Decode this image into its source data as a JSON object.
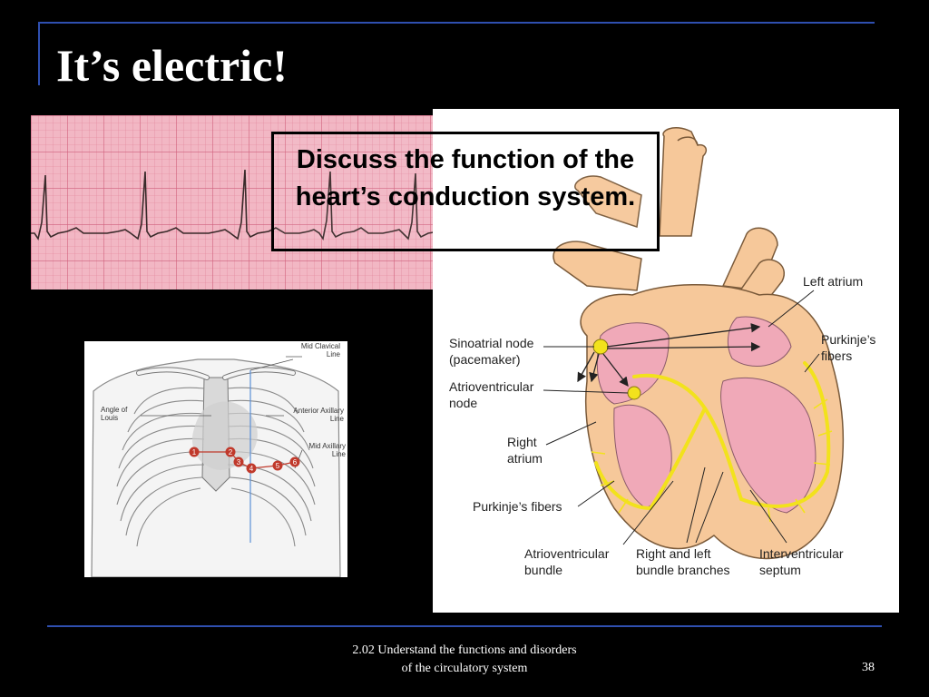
{
  "slide": {
    "title": "It’s electric!",
    "callout": "Discuss the function of the heart’s conduction system.",
    "footer_line1": "2.02 Understand the functions and disorders",
    "footer_line2": "of the circulatory system",
    "page_number": "38"
  },
  "chest_diagram": {
    "labels": {
      "mid_clavicular_1": "Mid Clavical",
      "mid_clavicular_2": "Line",
      "angle_of_louis_1": "Angle of",
      "angle_of_louis_2": "Louis",
      "anterior_axillary_1": "Anterior Axillary",
      "anterior_axillary_2": "Line",
      "mid_axillary_1": "Mid Axillary",
      "mid_axillary_2": "Line"
    },
    "electrodes": [
      "1",
      "2",
      "3",
      "4",
      "5",
      "6"
    ]
  },
  "heart_diagram": {
    "labels": {
      "left_atrium": "Left atrium",
      "sa_node_1": "Sinoatrial node",
      "sa_node_2": "(pacemaker)",
      "av_node_1": "Atrioventricular",
      "av_node_2": "node",
      "right_atrium_1": "Right",
      "right_atrium_2": "atrium",
      "purkinje_left": "Purkinje’s fibers",
      "purkinje_right_1": "Purkinje’s",
      "purkinje_right_2": "fibers",
      "av_bundle_1": "Atrioventricular",
      "av_bundle_2": "bundle",
      "bundle_branches_1": "Right and left",
      "bundle_branches_2": "bundle branches",
      "septum_1": "Interventricular",
      "septum_2": "septum"
    }
  },
  "colors": {
    "background": "#000000",
    "rule": "#2f4fb0",
    "ecg_paper": "#f2b7c4",
    "heart_tissue": "#f6c89a",
    "heart_chamber": "#f0a9b8",
    "conduction": "#f2e21c"
  }
}
